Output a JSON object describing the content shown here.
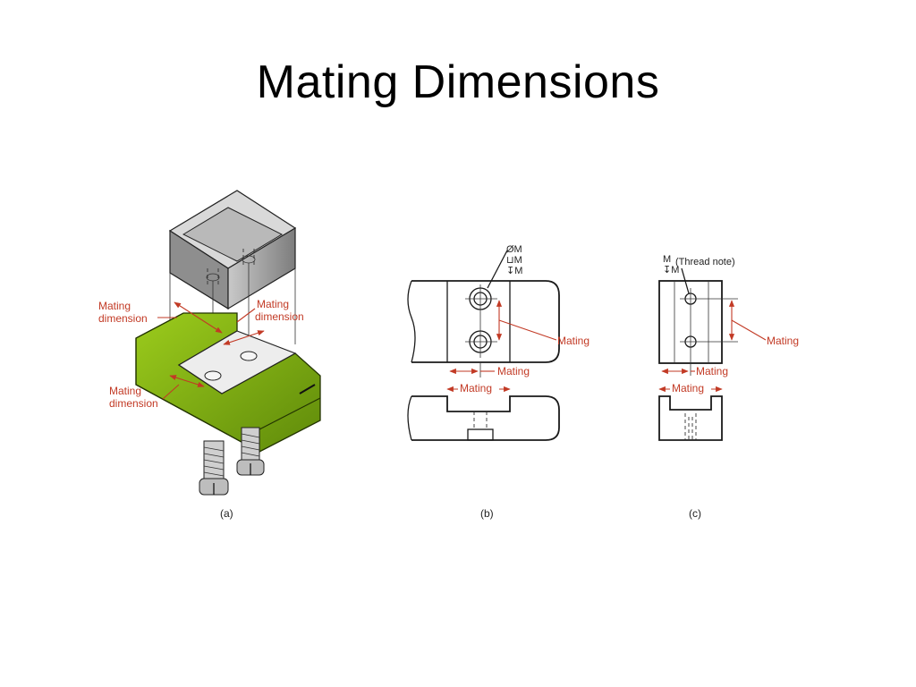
{
  "slide": {
    "title": "Mating Dimensions"
  },
  "figure_a": {
    "caption": "(a)",
    "labels": {
      "left_top": [
        "Mating",
        "dimension"
      ],
      "right_top": [
        "Mating",
        "dimension"
      ],
      "left_bottom": [
        "Mating",
        "dimension"
      ]
    },
    "colors": {
      "base": "#7faa14",
      "base_dark": "#4f7308",
      "block": "#9a9a9a",
      "block_dark": "#6e6e6e"
    }
  },
  "figure_b": {
    "caption": "(b)",
    "hole_note": [
      "ØM",
      "⊔M",
      "↧M"
    ],
    "label_side": "Mating",
    "label_bottom": "Mating",
    "label_lower": "Mating"
  },
  "figure_c": {
    "caption": "(c)",
    "thread_note_symbols": [
      "M",
      "↧M"
    ],
    "thread_note": "(Thread note)",
    "label_side": "Mating",
    "label_bottom": "Mating",
    "label_lower": "Mating"
  },
  "colors": {
    "annotation": "#c23a25"
  }
}
